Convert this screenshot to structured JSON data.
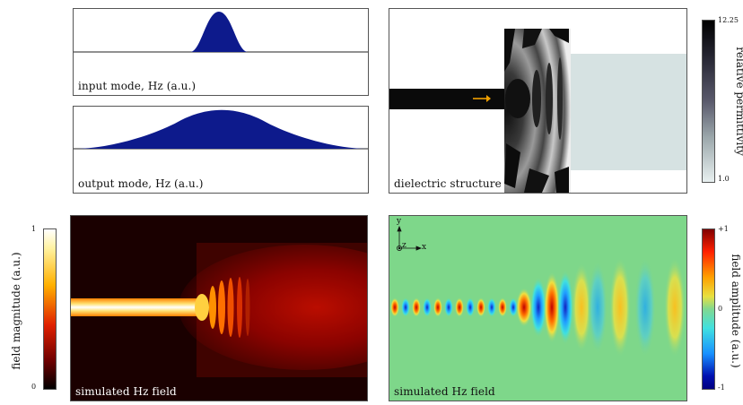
{
  "panels": {
    "input_mode": {
      "label": "input mode, Hz (a.u.)"
    },
    "output_mode": {
      "label": "output mode, Hz (a.u.)"
    },
    "structure": {
      "label": "dielectric structure"
    },
    "field_magnitude": {
      "label": "simulated Hz field"
    },
    "field_amplitude": {
      "label": "simulated Hz field"
    }
  },
  "colorbars": {
    "permittivity": {
      "title": "relative permittivity",
      "max_label": "12.25",
      "min_label": "1.0"
    },
    "magnitude": {
      "title": "field magnitude (a.u.)",
      "max_label": "1",
      "min_label": "0"
    },
    "amplitude": {
      "title": "field amplitude (a.u.)",
      "max_label": "+1",
      "mid_label": "0",
      "min_label": "-1"
    }
  },
  "axes_glyph": {
    "y": "y",
    "z": "z",
    "x": "x"
  },
  "colors": {
    "mode_fill": "#0d1a8c",
    "structure_core": "#0a0a0a",
    "output_guide": "#d6e2e2",
    "source_arrow": "#f0a000"
  }
}
